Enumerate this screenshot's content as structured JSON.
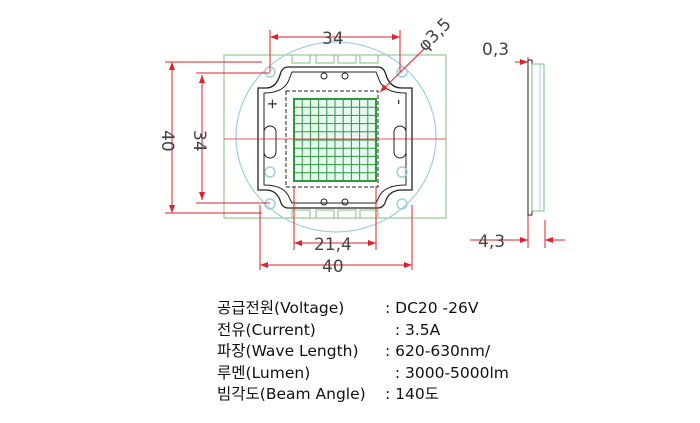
{
  "drawing": {
    "dimensions": {
      "top_width": "34",
      "hole": "φ3,5",
      "left_height_outer": "40",
      "left_height_inner": "34",
      "die_width": "21,4",
      "bottom_width": "40",
      "side_thickness_top": "0,3",
      "side_thickness_bottom": "4,3"
    },
    "polarity": {
      "plus": "+",
      "minus": "-"
    },
    "colors": {
      "dimension": "#e0202a",
      "outline": "#222222",
      "substrate": "#7fbf7f",
      "circle": "#9fd0d8",
      "die_grid": "#2a9a3a"
    }
  },
  "specs": [
    {
      "label": "공급전원(Voltage)",
      "value": ": DC20 -26V"
    },
    {
      "label": "전유(Current)",
      "value": "  : 3.5A"
    },
    {
      "label": "파장(Wave Length)",
      "value": ": 620-630nm/"
    },
    {
      "label": "루멘(Lumen)",
      "value": "  : 3000-5000lm"
    },
    {
      "label": "빔각도(Beam Angle)",
      "value": ": 140도"
    }
  ]
}
